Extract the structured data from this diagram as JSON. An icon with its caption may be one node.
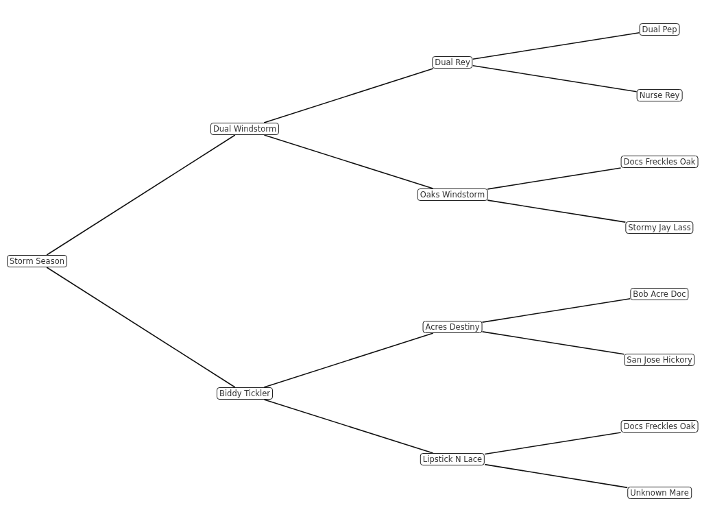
{
  "diagram": {
    "nodes": [
      {
        "text": [
          "Storm Season"
        ]
      },
      {
        "text": [
          "Dual Windstorm"
        ]
      },
      {
        "text": [
          "Biddy Tickler"
        ]
      },
      {
        "text": [
          "Dual Rey"
        ]
      },
      {
        "text": [
          "Oaks Windstorm"
        ]
      },
      {
        "text": [
          "Acres Destiny"
        ]
      },
      {
        "text": [
          "Lipstick N Lace"
        ]
      },
      {
        "text": [
          "Dual Pep"
        ]
      },
      {
        "text": [
          "Nurse Rey"
        ]
      },
      {
        "text": [
          "Docs Freckles Oak"
        ]
      },
      {
        "text": [
          "Stormy Jay Lass"
        ]
      },
      {
        "text": [
          "Bob Acre Doc"
        ]
      },
      {
        "text": [
          "San Jose Hickory"
        ]
      },
      {
        "text": [
          "Docs Freckles Oak"
        ]
      },
      {
        "text": [
          "Unknown Mare"
        ]
      }
    ],
    "edges": [
      {
        "from": 0,
        "to": 1,
        "arrow": "none"
      },
      {
        "from": 0,
        "to": 2,
        "arrow": "none"
      },
      {
        "from": 1,
        "to": 3,
        "arrow": "none"
      },
      {
        "from": 1,
        "to": 4,
        "arrow": "none"
      },
      {
        "from": 2,
        "to": 5,
        "arrow": "none"
      },
      {
        "from": 2,
        "to": 6,
        "arrow": "none"
      },
      {
        "from": 3,
        "to": 7,
        "arrow": "none"
      },
      {
        "from": 3,
        "to": 8,
        "arrow": "none"
      },
      {
        "from": 4,
        "to": 9,
        "arrow": "none"
      },
      {
        "from": 4,
        "to": 10,
        "arrow": "none"
      },
      {
        "from": 5,
        "to": 11,
        "arrow": "none"
      },
      {
        "from": 5,
        "to": 12,
        "arrow": "none"
      },
      {
        "from": 6,
        "to": 13,
        "arrow": "none"
      },
      {
        "from": 6,
        "to": 14,
        "arrow": "none"
      }
    ]
  }
}
